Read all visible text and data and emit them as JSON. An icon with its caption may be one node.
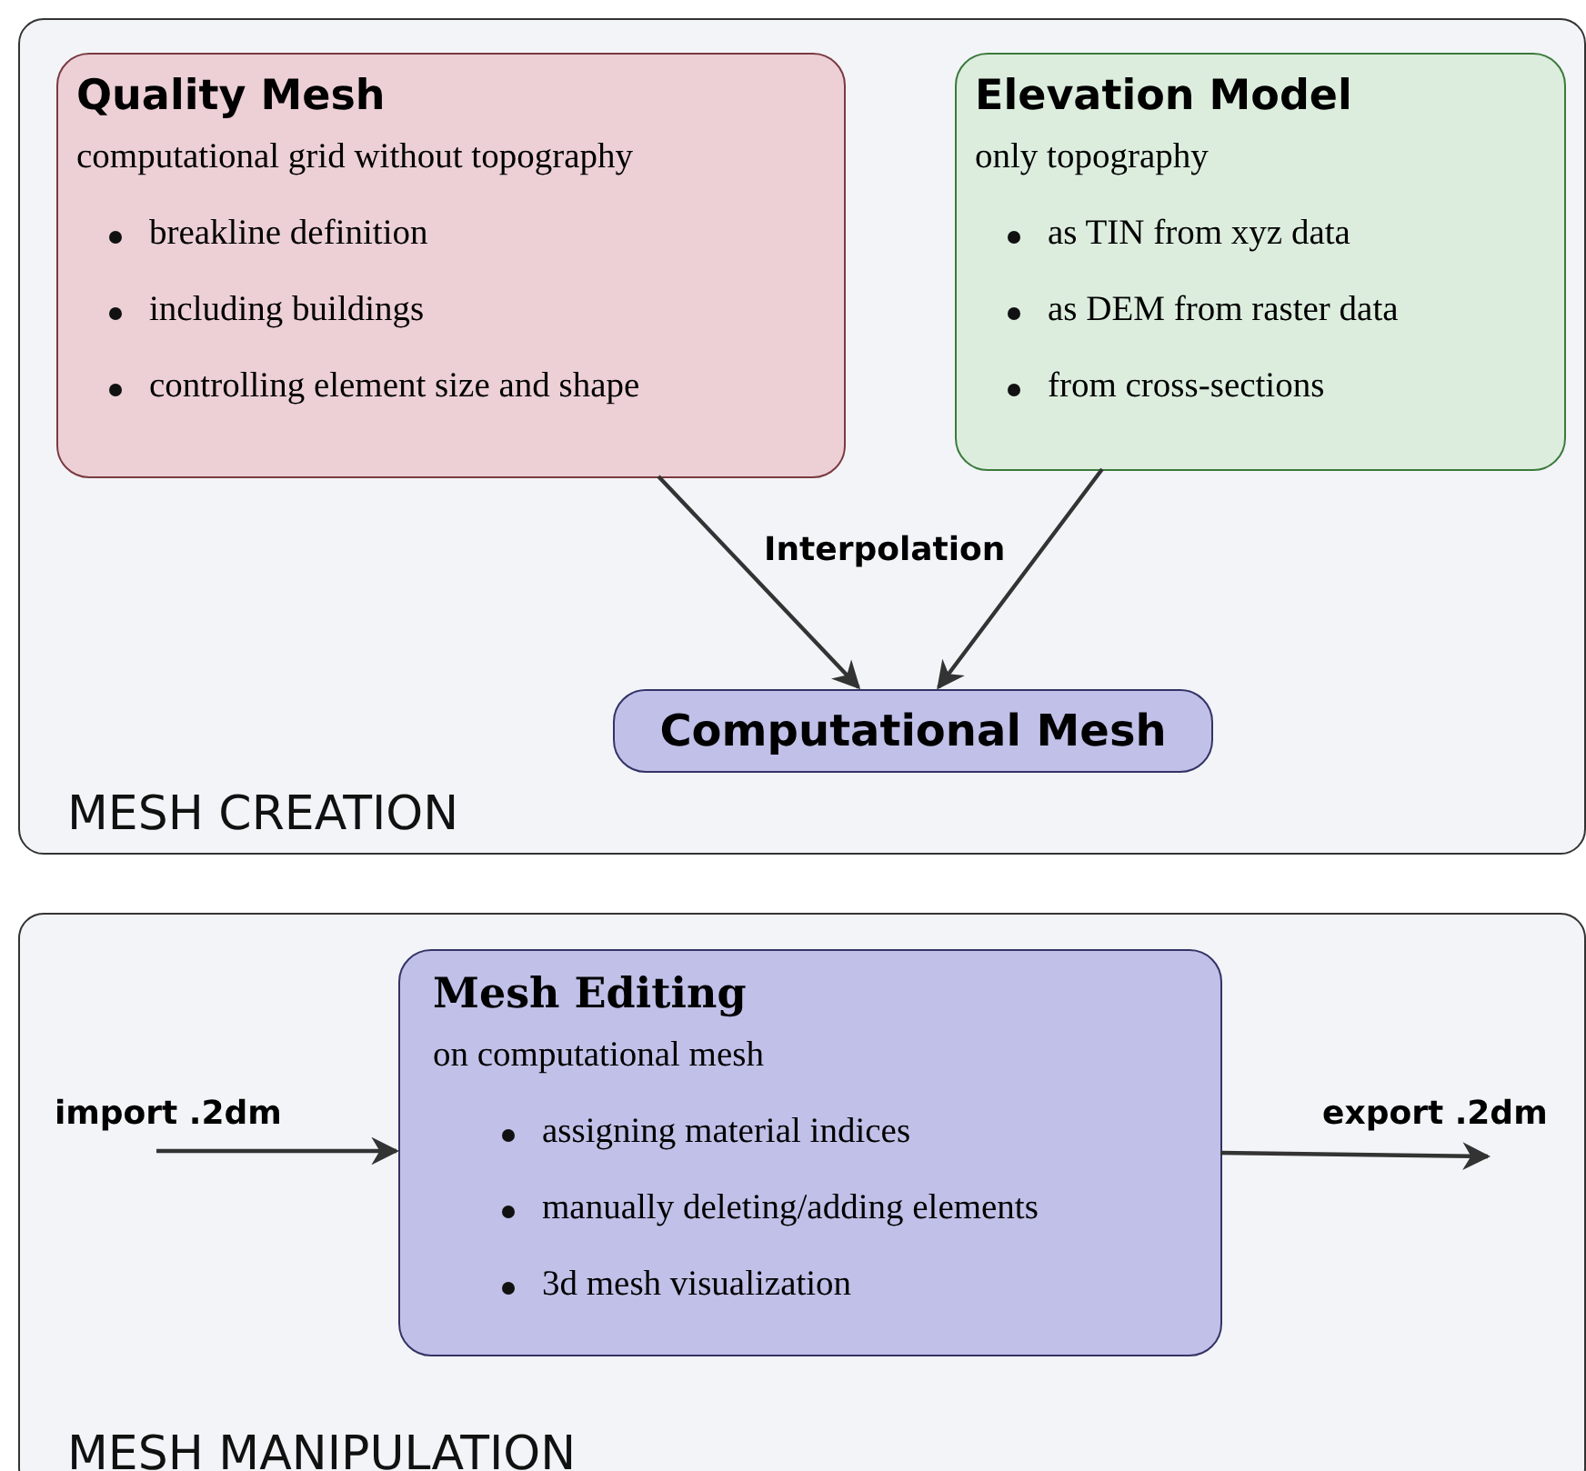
{
  "diagram": {
    "nodes": [
      {
        "text": [
          "MESH CREATION"
        ]
      },
      {
        "text": [
          "Quality Mesh",
          "computational grid without topography",
          "breakline definition",
          "including buildings",
          "controlling element size and shape"
        ],
        "in": 0
      },
      {
        "text": [
          "Elevation Model",
          "only topography",
          "as TIN from xyz data",
          "as DEM from raster data",
          "from cross-sections"
        ],
        "in": 0
      },
      {
        "text": [
          "Computational Mesh"
        ],
        "in": 0
      },
      {
        "text": [
          "MESH MANIPULATION"
        ]
      },
      {
        "text": [
          "Mesh Editing",
          "on computational mesh",
          "assigning material indices",
          "manually deleting/adding elements",
          "3d mesh visualization"
        ],
        "in": 4
      }
    ],
    "edges": [
      {
        "from": 1,
        "to": 3,
        "arrow": "to",
        "label": "Interpolation"
      },
      {
        "from": 2,
        "to": 3,
        "arrow": "to"
      },
      {
        "from": null,
        "to": 5,
        "arrow": "to",
        "label": "import .2dm"
      },
      {
        "from": 5,
        "to": null,
        "arrow": "to",
        "label": "export .2dm"
      }
    ]
  }
}
